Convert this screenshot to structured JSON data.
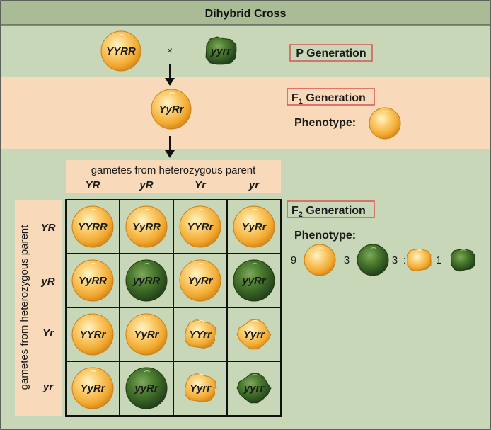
{
  "title": "Dihybrid Cross",
  "p_generation": {
    "label": "P Generation",
    "parent1": "YYRR",
    "cross_symbol": "×",
    "parent2": "yyrr"
  },
  "f1_generation": {
    "label_main": "F",
    "label_sub": "1",
    "label_rest": " Generation",
    "genotype": "YyRr",
    "phenotype_label": "Phenotype:"
  },
  "punnett": {
    "top_caption": "gametes from heterozygous parent",
    "side_caption": "gametes from heterozygous parent",
    "col_headers": [
      "YR",
      "yR",
      "Yr",
      "yr"
    ],
    "row_headers": [
      "YR",
      "yR",
      "Yr",
      "yr"
    ],
    "cells": [
      [
        "YYRR",
        "YyRR",
        "YYRr",
        "YyRr"
      ],
      [
        "YyRR",
        "yyRR",
        "YyRr",
        "yyRr"
      ],
      [
        "YYRr",
        "YyRr",
        "YYrr",
        "Yyrr"
      ],
      [
        "YyRr",
        "yyRr",
        "Yyrr",
        "yyrr"
      ]
    ]
  },
  "f2_generation": {
    "label_main": "F",
    "label_sub": "2",
    "label_rest": " Generation",
    "phenotype_label": "Phenotype:",
    "ratio": [
      {
        "count": "9",
        "sep": ":",
        "seed": "yellow-round"
      },
      {
        "count": "3",
        "sep": ":",
        "seed": "green-round"
      },
      {
        "count": "3",
        "sep": ":",
        "seed": "yellow-wrinkled"
      },
      {
        "count": "1",
        "sep": "",
        "seed": "green-wrinkled"
      }
    ]
  },
  "colors": {
    "background_green": "#c9d7b9",
    "band_peach": "#f8d9b9",
    "header_green": "#a9bc96",
    "label_box_red": "#d9534f",
    "yellow_seed": "#f7b93c",
    "green_seed": "#3d6b25"
  }
}
